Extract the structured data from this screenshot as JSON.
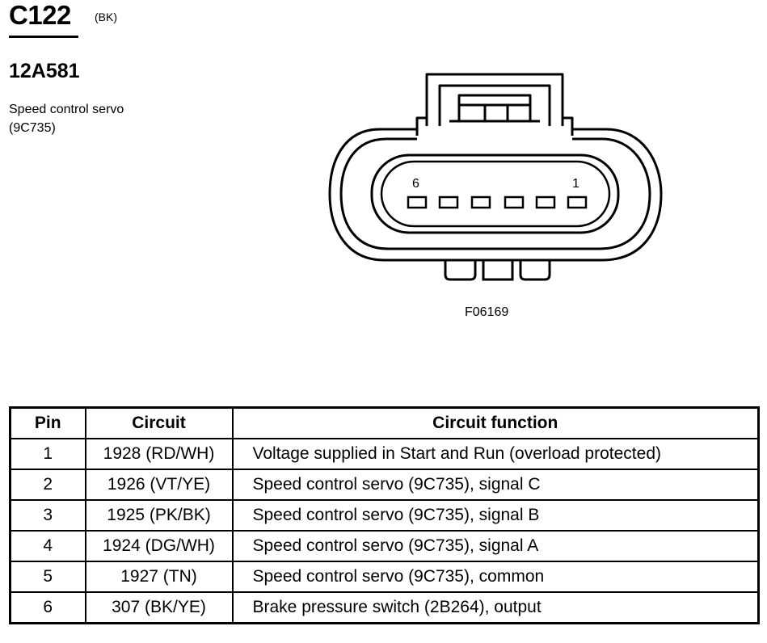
{
  "connector": {
    "id": "C122",
    "color_code": "(BK)",
    "part_number": "12A581",
    "description_line1": "Speed control servo",
    "description_line2": "(9C735)"
  },
  "diagram": {
    "label": "F06169",
    "pin_label_left": "6",
    "pin_label_right": "1"
  },
  "table": {
    "headers": [
      "Pin",
      "Circuit",
      "Circuit function"
    ],
    "rows": [
      {
        "pin": "1",
        "circuit": "1928 (RD/WH)",
        "function": "Voltage supplied in Start and Run (overload protected)"
      },
      {
        "pin": "2",
        "circuit": "1926 (VT/YE)",
        "function": "Speed control servo (9C735), signal C"
      },
      {
        "pin": "3",
        "circuit": "1925 (PK/BK)",
        "function": "Speed control servo (9C735), signal B"
      },
      {
        "pin": "4",
        "circuit": "1924 (DG/WH)",
        "function": "Speed control servo (9C735), signal A"
      },
      {
        "pin": "5",
        "circuit": "1927 (TN)",
        "function": "Speed control servo (9C735), common"
      },
      {
        "pin": "6",
        "circuit": "307 (BK/YE)",
        "function": "Brake pressure switch (2B264), output"
      }
    ]
  }
}
